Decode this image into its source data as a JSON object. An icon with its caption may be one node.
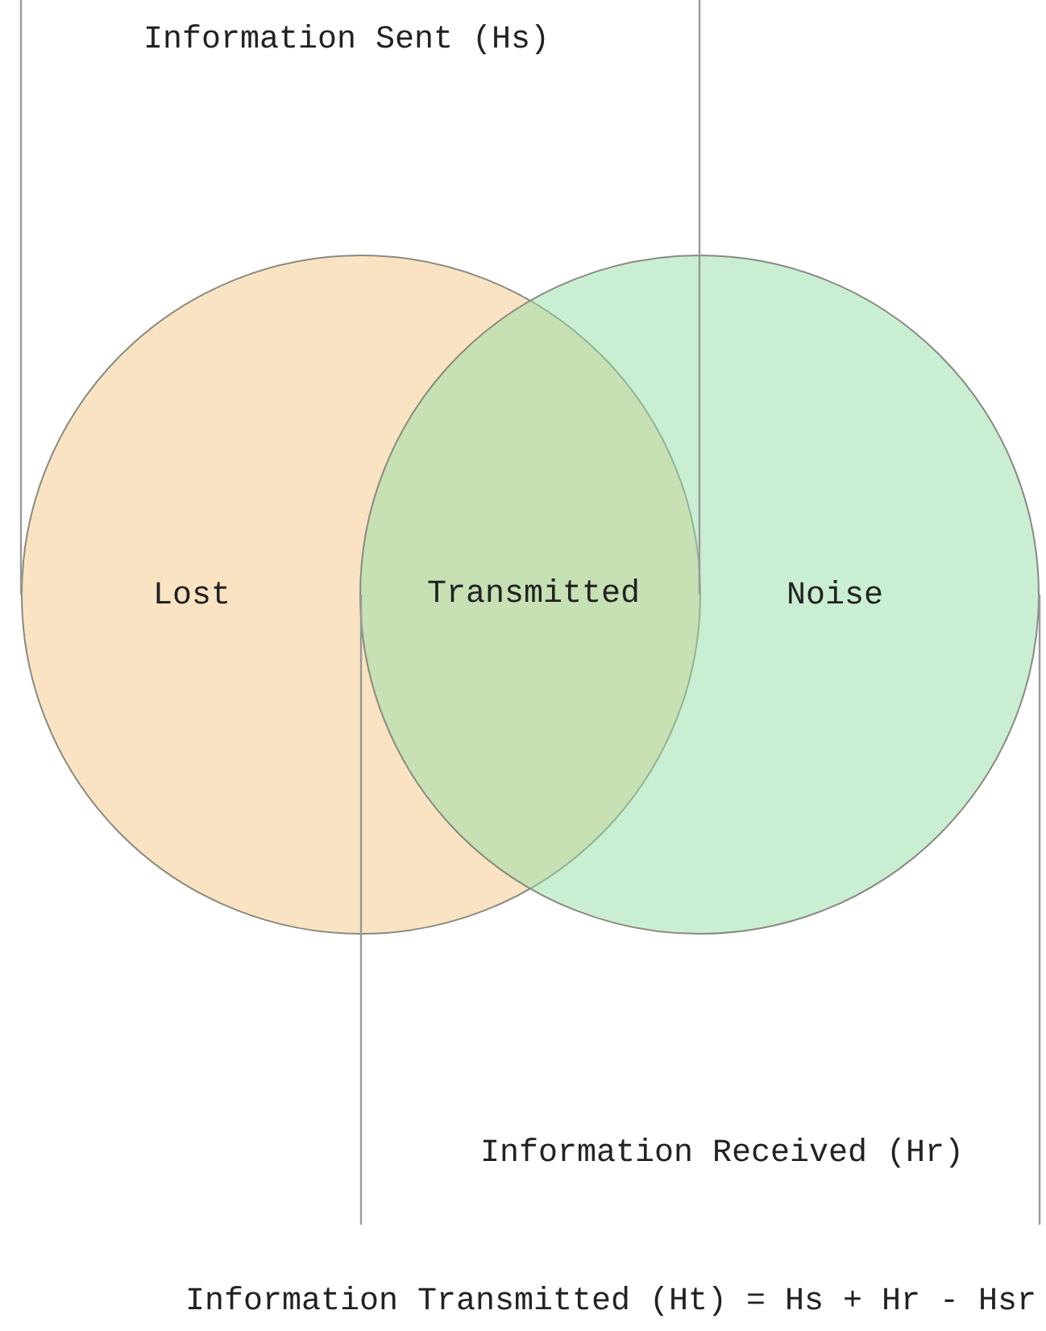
{
  "diagram": {
    "nodes": [
      {
        "text": [
          "Lost"
        ]
      },
      {
        "text": [
          "Noise"
        ]
      }
    ],
    "labels": [
      "Information Sent (Hs)",
      "Transmitted",
      "Information Received (Hr)",
      "Information Transmitted (Ht) = Hs + Hr - Hsr"
    ]
  }
}
